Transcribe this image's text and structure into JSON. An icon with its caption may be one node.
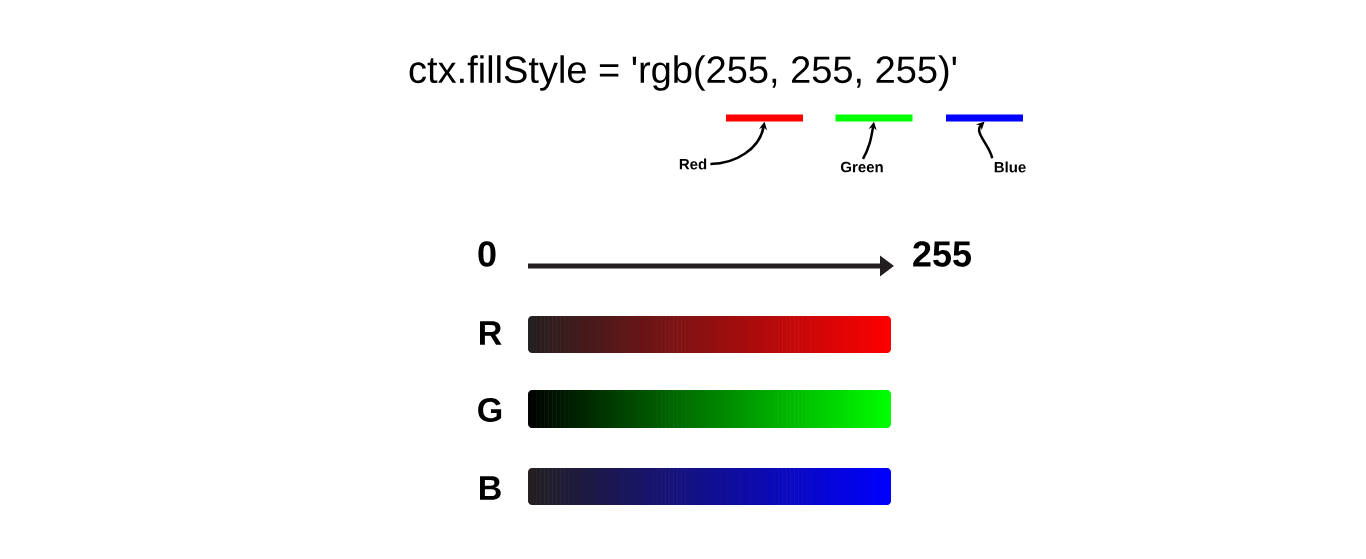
{
  "diagram": {
    "title": "ctx.fillStyle = 'rgb(255, 255, 255)'",
    "nodes": [
      {
        "text": [
          "Red"
        ]
      },
      {
        "text": [],
        "shape": "bar"
      },
      {
        "text": [
          "Green"
        ]
      },
      {
        "text": [],
        "shape": "bar"
      },
      {
        "text": [
          "Blue"
        ]
      },
      {
        "text": [],
        "shape": "bar"
      }
    ],
    "edges": [
      {
        "from": 0,
        "to": 1,
        "arrow": "to"
      },
      {
        "from": 2,
        "to": 3,
        "arrow": "to"
      },
      {
        "from": 4,
        "to": 5,
        "arrow": "to"
      }
    ],
    "labels": [
      "0",
      "255",
      "R",
      "G",
      "B"
    ]
  }
}
